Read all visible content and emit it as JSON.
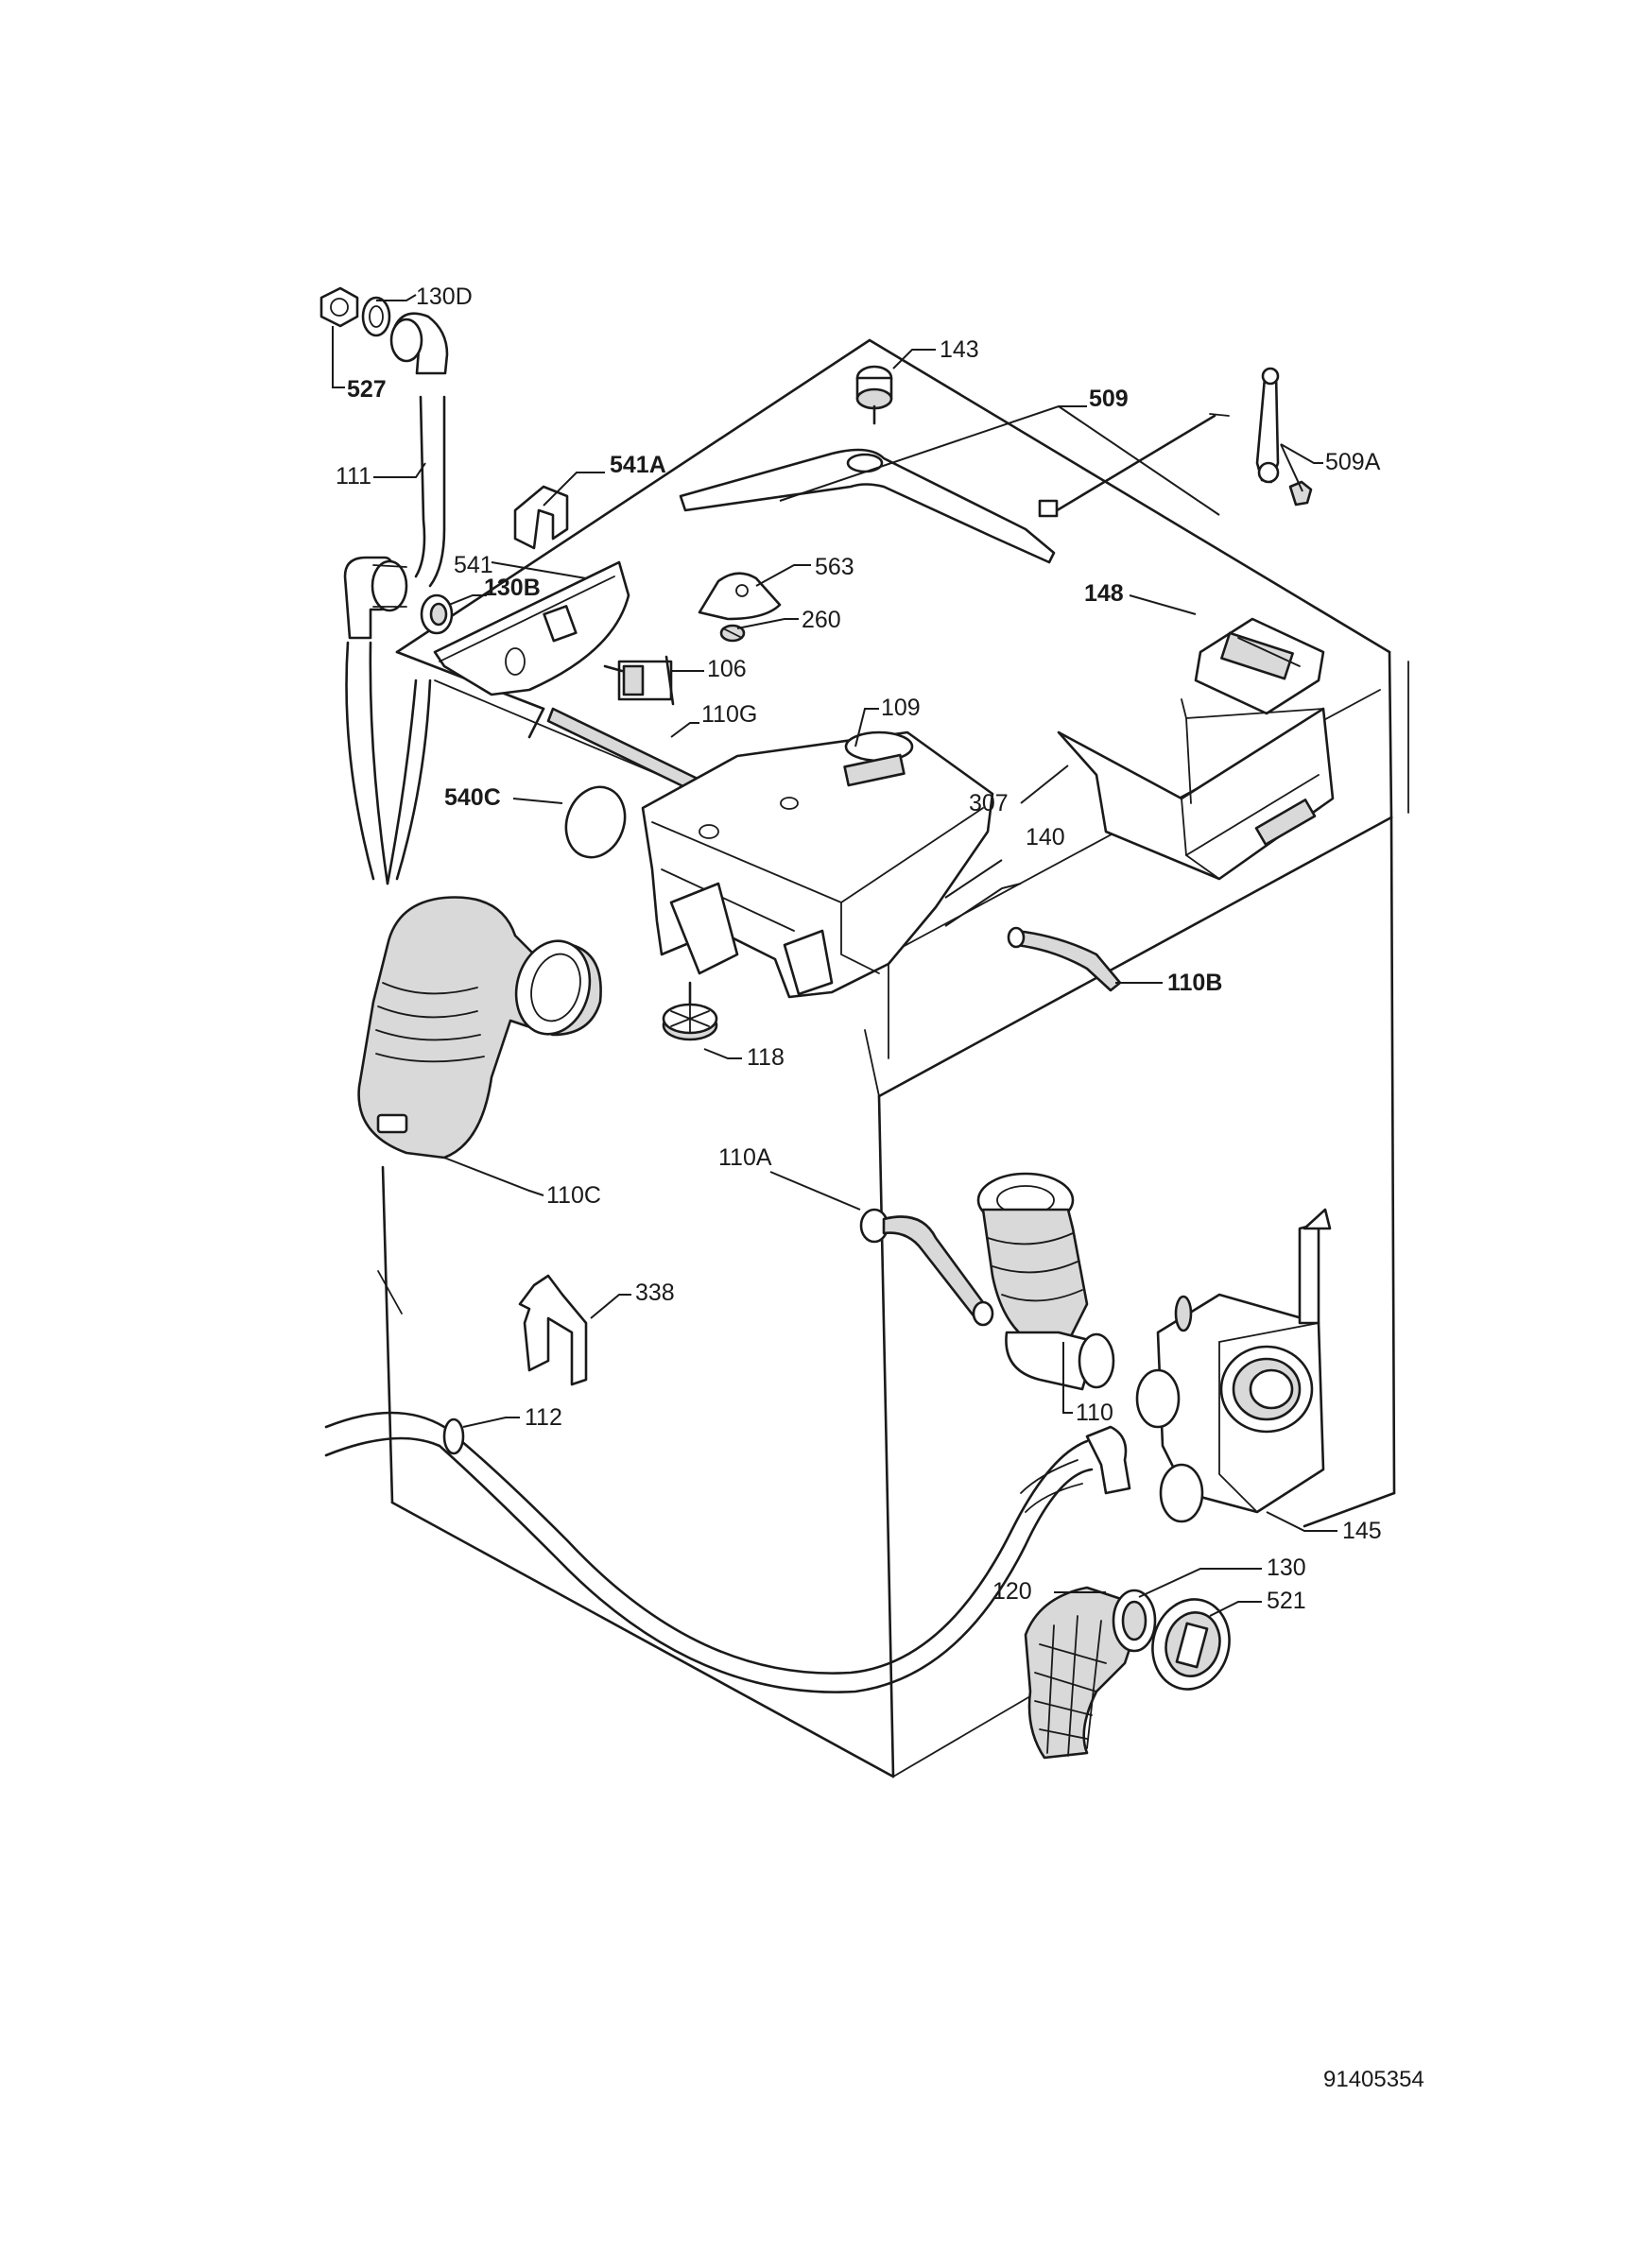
{
  "diagram": {
    "document_number": "91405354",
    "labels": [
      {
        "id": "130D",
        "text": "130D"
      },
      {
        "id": "527",
        "text": "527"
      },
      {
        "id": "111",
        "text": "111"
      },
      {
        "id": "541A",
        "text": "541A"
      },
      {
        "id": "541",
        "text": "541"
      },
      {
        "id": "130B",
        "text": "130B"
      },
      {
        "id": "143",
        "text": "143"
      },
      {
        "id": "509",
        "text": "509"
      },
      {
        "id": "509A",
        "text": "509A"
      },
      {
        "id": "563",
        "text": "563"
      },
      {
        "id": "260",
        "text": "260"
      },
      {
        "id": "106",
        "text": "106"
      },
      {
        "id": "148",
        "text": "148"
      },
      {
        "id": "110G",
        "text": "110G"
      },
      {
        "id": "109",
        "text": "109"
      },
      {
        "id": "540C",
        "text": "540C"
      },
      {
        "id": "307",
        "text": "307"
      },
      {
        "id": "140",
        "text": "140"
      },
      {
        "id": "110B",
        "text": "110B"
      },
      {
        "id": "118",
        "text": "118"
      },
      {
        "id": "110C",
        "text": "110C"
      },
      {
        "id": "110A",
        "text": "110A"
      },
      {
        "id": "338",
        "text": "338"
      },
      {
        "id": "110",
        "text": "110"
      },
      {
        "id": "112",
        "text": "112"
      },
      {
        "id": "145",
        "text": "145"
      },
      {
        "id": "130",
        "text": "130"
      },
      {
        "id": "120",
        "text": "120"
      },
      {
        "id": "521",
        "text": "521"
      }
    ]
  }
}
